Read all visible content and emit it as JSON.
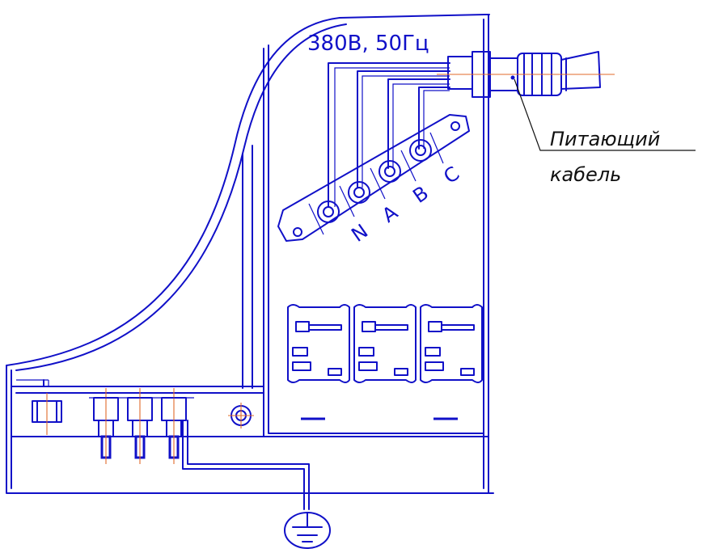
{
  "labels": {
    "voltage": "380В, 50Гц",
    "cable_line1": "Питающий",
    "cable_line2": "кабель",
    "terminal_n": "N",
    "terminal_a": "A",
    "terminal_b": "B",
    "terminal_c": "C"
  },
  "colors": {
    "line": "#1010c8",
    "centerline": "#e06a2a",
    "leader": "#101010",
    "background": "#ffffff"
  },
  "icons": {
    "ground": "ground-symbol-icon"
  }
}
